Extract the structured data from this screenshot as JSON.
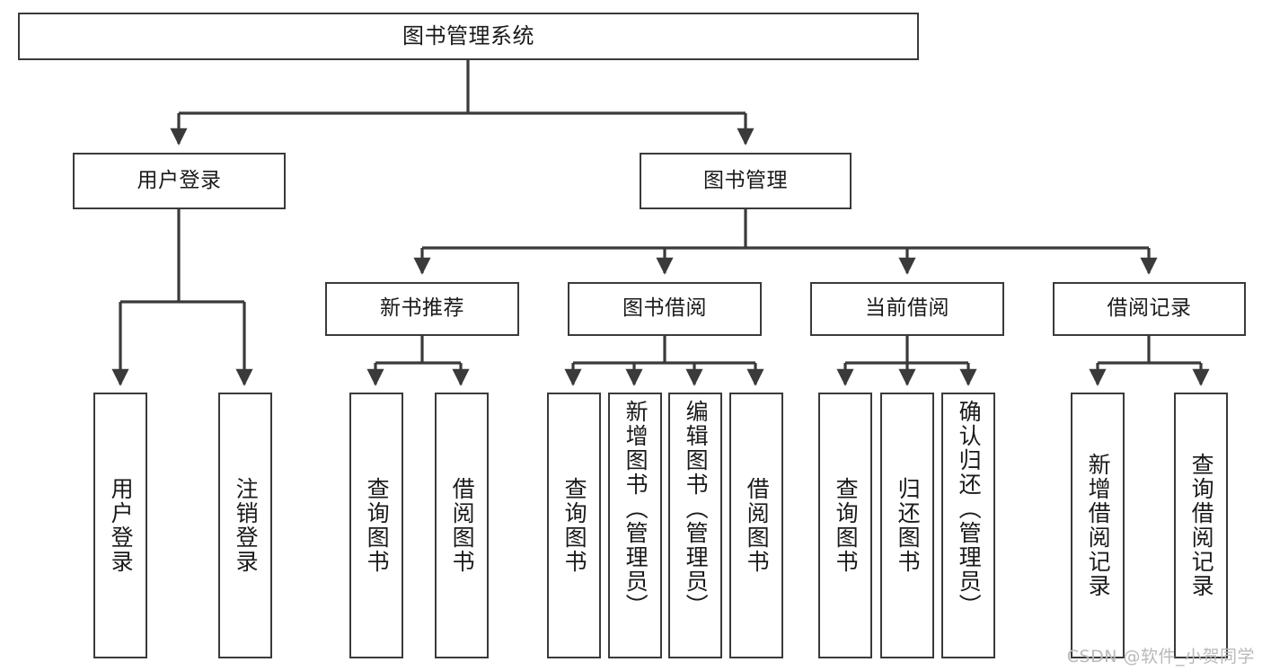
{
  "diagram": {
    "title": "图书管理系统",
    "type": "tree",
    "watermark": "CSDN @软件_小贺同学",
    "colors": {
      "node_border": "#3a3a3a",
      "node_fill": "#ffffff",
      "edge": "#3a3a3a",
      "text": "#1a1a1a",
      "watermark": "#b9b9b9",
      "background": "#ffffff"
    }
  },
  "nodes": {
    "root": {
      "label": "图书管理系统"
    },
    "level1": [
      {
        "id": "user-login",
        "label": "用户登录"
      },
      {
        "id": "book-management",
        "label": "图书管理"
      }
    ],
    "level2": [
      {
        "id": "new-book-recommend",
        "label": "新书推荐"
      },
      {
        "id": "book-borrow",
        "label": "图书借阅"
      },
      {
        "id": "current-borrow",
        "label": "当前借阅"
      },
      {
        "id": "borrow-record",
        "label": "借阅记录"
      }
    ],
    "leaves": {
      "user_login": [
        {
          "id": "leaf-user-login",
          "label": "用户登录"
        },
        {
          "id": "leaf-logout-login",
          "label": "注销登录"
        }
      ],
      "new_book_recommend": [
        {
          "id": "leaf-query-book-1",
          "label": "查询图书"
        },
        {
          "id": "leaf-borrow-book-1",
          "label": "借阅图书"
        }
      ],
      "book_borrow": [
        {
          "id": "leaf-query-book-2",
          "label": "查询图书"
        },
        {
          "id": "leaf-add-book",
          "label": "新增图书（管理员）"
        },
        {
          "id": "leaf-edit-book",
          "label": "编辑图书（管理员）"
        },
        {
          "id": "leaf-borrow-book-2",
          "label": "借阅图书"
        }
      ],
      "current_borrow": [
        {
          "id": "leaf-query-book-3",
          "label": "查询图书"
        },
        {
          "id": "leaf-return-book",
          "label": "归还图书"
        },
        {
          "id": "leaf-confirm-return",
          "label": "确认归还（管理员）"
        }
      ],
      "borrow_record": [
        {
          "id": "leaf-add-record",
          "label": "新增借阅记录"
        },
        {
          "id": "leaf-query-record",
          "label": "查询借阅记录"
        }
      ]
    }
  }
}
